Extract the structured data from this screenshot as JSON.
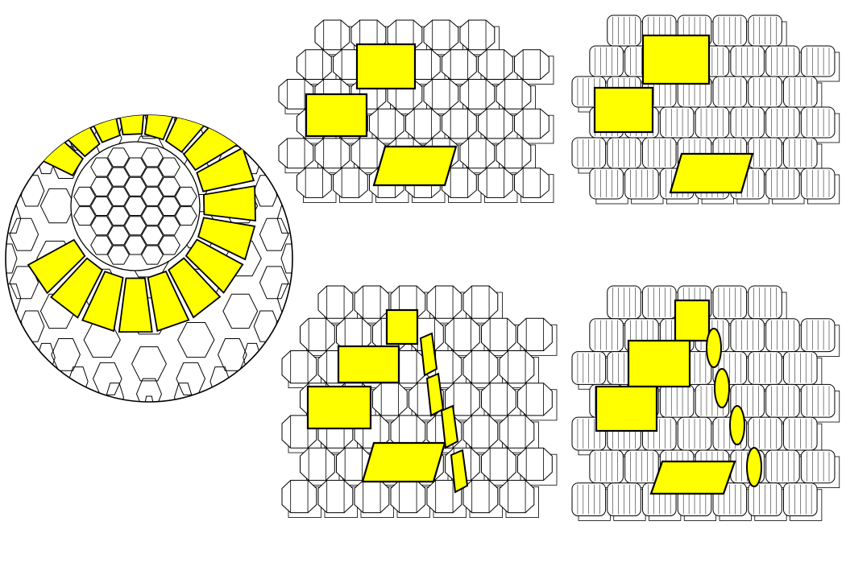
{
  "figure": {
    "panels": [
      {
        "id": "sphere",
        "style": "hexagonal-tiled sphere",
        "highlight_count": 17
      },
      {
        "id": "hex-prism-layer",
        "style": "hexagonal prisms",
        "highlight_count": 3
      },
      {
        "id": "cylinder-layer",
        "style": "cylinders",
        "highlight_count": 3
      },
      {
        "id": "hex-prism-stack",
        "style": "hexagonal prisms",
        "highlight_count": 8
      },
      {
        "id": "cylinder-stack",
        "style": "cylinders",
        "highlight_count": 8
      }
    ],
    "colors": {
      "highlight": "#ffff00",
      "stroke": "#000000",
      "background": "#ffffff"
    }
  }
}
